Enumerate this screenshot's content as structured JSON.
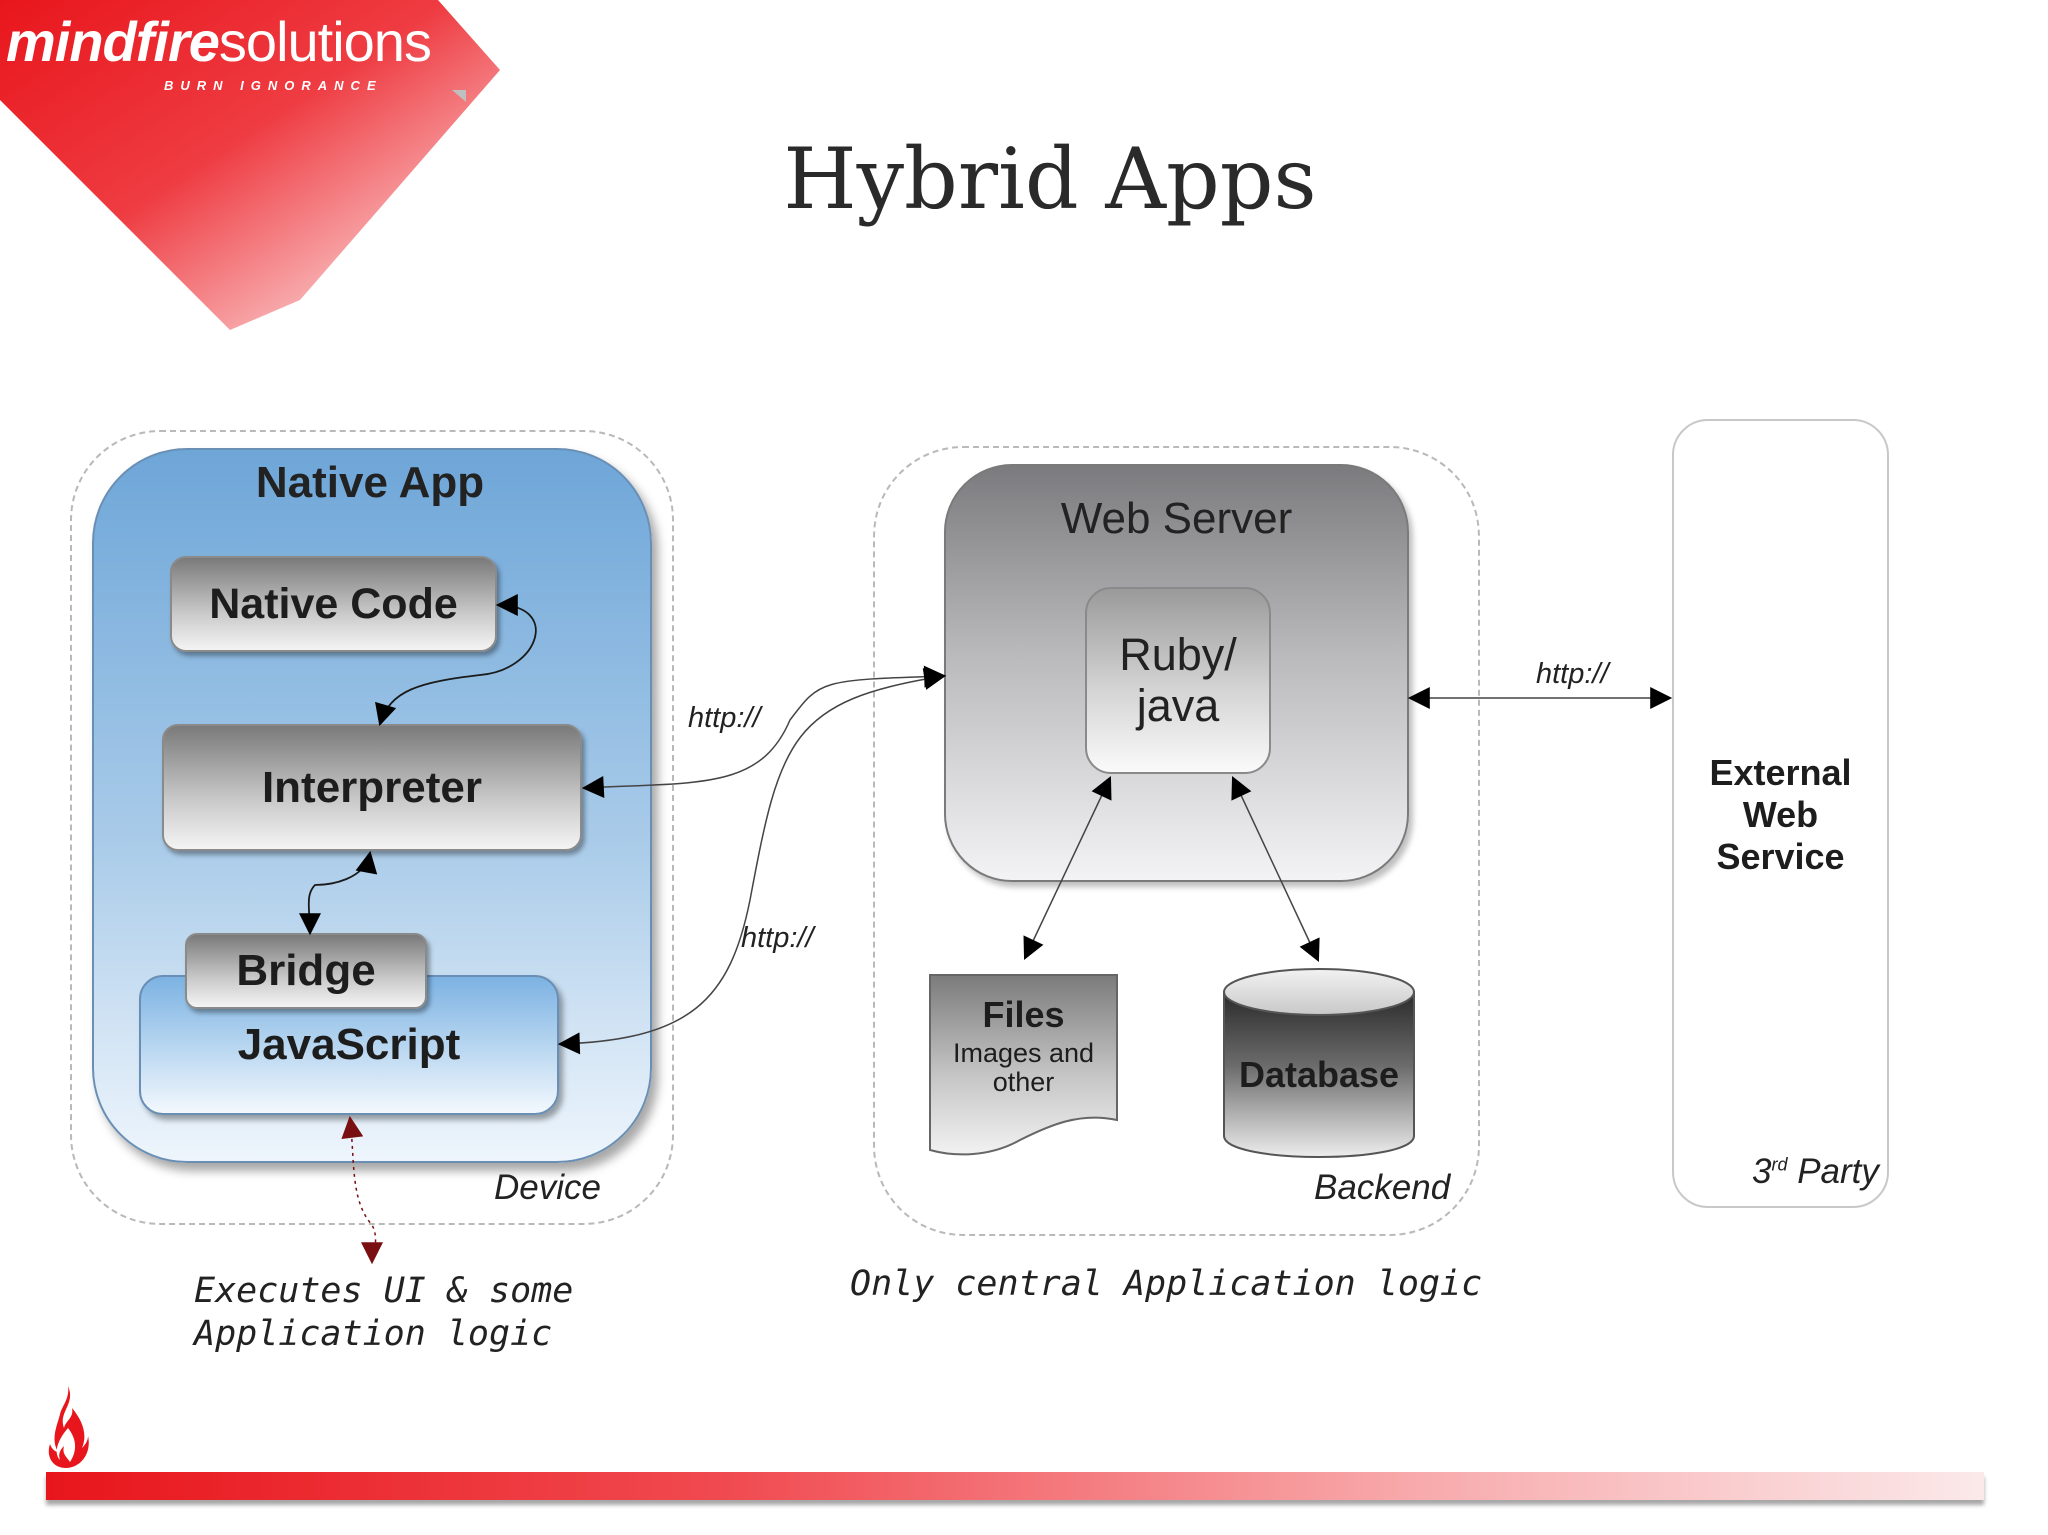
{
  "brand": {
    "logo_bold": "mindfire",
    "logo_thin": "solutions",
    "tagline": "BURN IGNORANCE",
    "primary_color": "#e8161c"
  },
  "slide": {
    "title": "Hybrid Apps"
  },
  "device": {
    "zone_label": "Device",
    "native_app_title": "Native App",
    "native_code": "Native Code",
    "interpreter": "Interpreter",
    "bridge": "Bridge",
    "javascript": "JavaScript",
    "caption_line1": "Executes UI & some",
    "caption_line2": "Application logic"
  },
  "backend": {
    "zone_label": "Backend",
    "web_server_title": "Web Server",
    "ruby_line1": "Ruby/",
    "ruby_line2": "java",
    "files_title": "Files",
    "files_line1": "Images and",
    "files_line2": "other",
    "database": "Database",
    "caption": "Only central Application logic"
  },
  "third_party": {
    "zone_label_base": "3",
    "zone_label_sup": "rd",
    "zone_label_rest": " Party",
    "service_line1": "External",
    "service_line2": "Web",
    "service_line3": "Service"
  },
  "connections": {
    "interpreter_http": "http://",
    "javascript_http": "http://",
    "external_http": "http://"
  },
  "icons": {
    "flame": "flame-icon",
    "arrow": "arrowhead"
  }
}
